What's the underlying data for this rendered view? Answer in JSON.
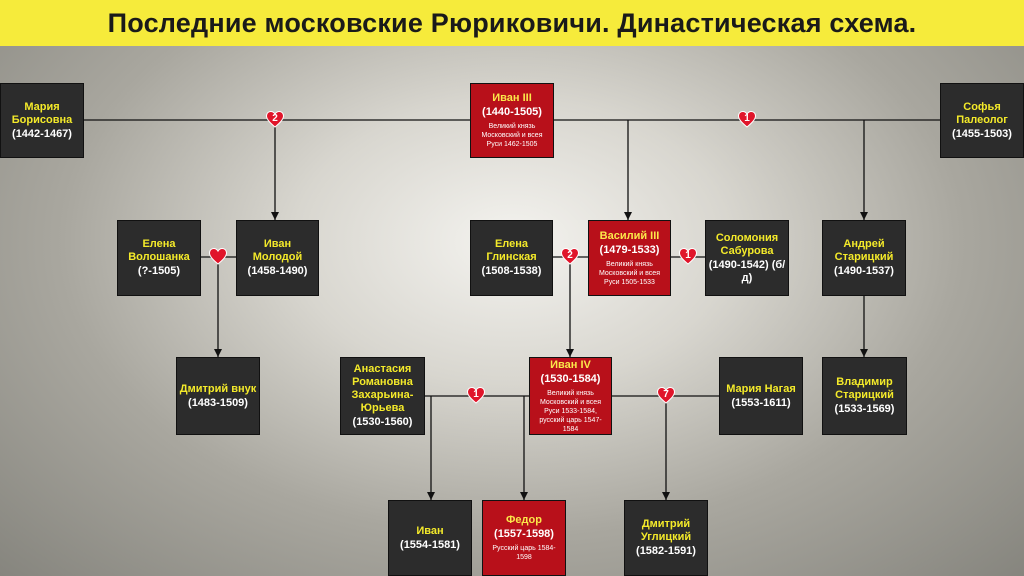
{
  "title": "Последние московские Рюриковичи. Династическая схема.",
  "colors": {
    "title_bg": "#f6eb3b",
    "ruler_box": "#b8101a",
    "person_box": "#2c2c2c",
    "name_text": "#f4ea2a",
    "heart": "#e0152a"
  },
  "people": {
    "maria_borisovna": {
      "name": "Мария Борисовна",
      "years": "(1442-1467)"
    },
    "ivan3": {
      "name": "Иван III",
      "years": "(1440-1505)",
      "title": "Великий князь Московский и всея Руси 1462-1505"
    },
    "sofia": {
      "name": "Софья Палеолог",
      "years": "(1455-1503)"
    },
    "elena_voloshanka": {
      "name": "Елена Волошанка",
      "years": "(?-1505)"
    },
    "ivan_molodoy": {
      "name": "Иван Молодой",
      "years": "(1458-1490)"
    },
    "elena_glinskaya": {
      "name": "Елена Глинская",
      "years": "(1508-1538)"
    },
    "vasily3": {
      "name": "Василий III",
      "years": "(1479-1533)",
      "title": "Великий князь Московский и всея Руси 1505-1533"
    },
    "solomonia": {
      "name": "Соломония Сабурова",
      "years": "(1490-1542) (б/д)"
    },
    "andrey": {
      "name": "Андрей Старицкий",
      "years": "(1490-1537)"
    },
    "dmitry_vnuk": {
      "name": "Дмитрий внук",
      "years": "(1483-1509)"
    },
    "anastasia": {
      "name": "Анастасия Романовна Захарьина-Юрьева",
      "years": "(1530-1560)"
    },
    "ivan4": {
      "name": "Иван IV",
      "years": "(1530-1584)",
      "title": "Великий князь Московский и всея Руси 1533-1584, русский царь 1547-1584"
    },
    "maria_nagaya": {
      "name": "Мария Нагая",
      "years": "(1553-1611)"
    },
    "vladimir": {
      "name": "Владимир Старицкий",
      "years": "(1533-1569)"
    },
    "ivan_son": {
      "name": "Иван",
      "years": "(1554-1581)"
    },
    "fedor": {
      "name": "Федор",
      "years": "(1557-1598)",
      "title": "Русский царь 1584-1598"
    },
    "dmitry_uglichsky": {
      "name": "Дмитрий Углицкий",
      "years": "(1582-1591)"
    }
  },
  "marriages": {
    "ivan3_maria": "2",
    "ivan3_sofia": "1",
    "ivan_molodoy_elena": "",
    "vasily3_elena": "2",
    "vasily3_solomonia": "1",
    "ivan4_anastasia": "1",
    "ivan4_nagaya": "7"
  }
}
